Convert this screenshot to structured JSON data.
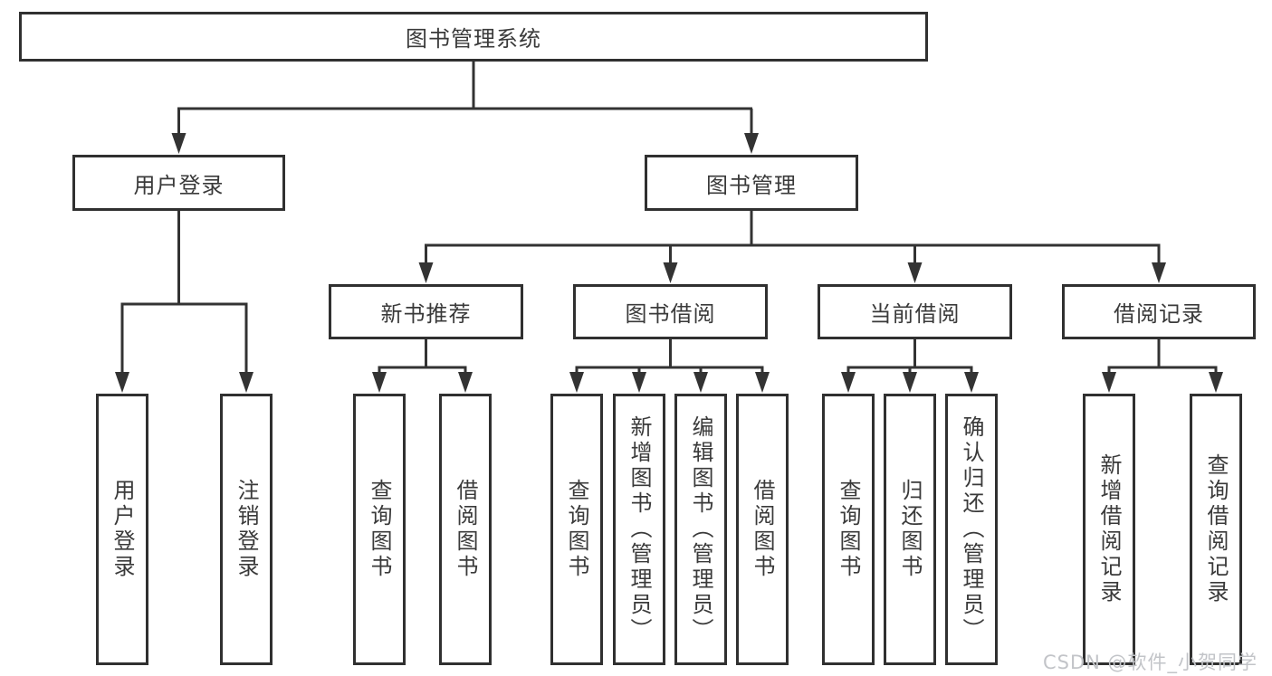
{
  "tree": {
    "root": {
      "label": "图书管理系统"
    },
    "branches": [
      {
        "label": "用户登录",
        "leaves": [
          {
            "label": "用户登录"
          },
          {
            "label": "注销登录"
          }
        ]
      },
      {
        "label": "图书管理",
        "sections": [
          {
            "label": "新书推荐",
            "leaves": [
              {
                "label": "查询图书"
              },
              {
                "label": "借阅图书"
              }
            ]
          },
          {
            "label": "图书借阅",
            "leaves": [
              {
                "label": "查询图书"
              },
              {
                "label": "新增图书（管理员）"
              },
              {
                "label": "编辑图书（管理员）"
              },
              {
                "label": "借阅图书"
              }
            ]
          },
          {
            "label": "当前借阅",
            "leaves": [
              {
                "label": "查询图书"
              },
              {
                "label": "归还图书"
              },
              {
                "label": "确认归还（管理员）"
              }
            ]
          },
          {
            "label": "借阅记录",
            "leaves": [
              {
                "label": "新增借阅记录"
              },
              {
                "label": "查询借阅记录"
              }
            ]
          }
        ]
      }
    ]
  },
  "watermark": {
    "text": "CSDN @软件_小贺同学"
  },
  "colors": {
    "line": "#333333",
    "box_border": "#303030",
    "text": "#3a3a3a",
    "watermark": "#c2c4c8",
    "background": "#ffffff"
  }
}
